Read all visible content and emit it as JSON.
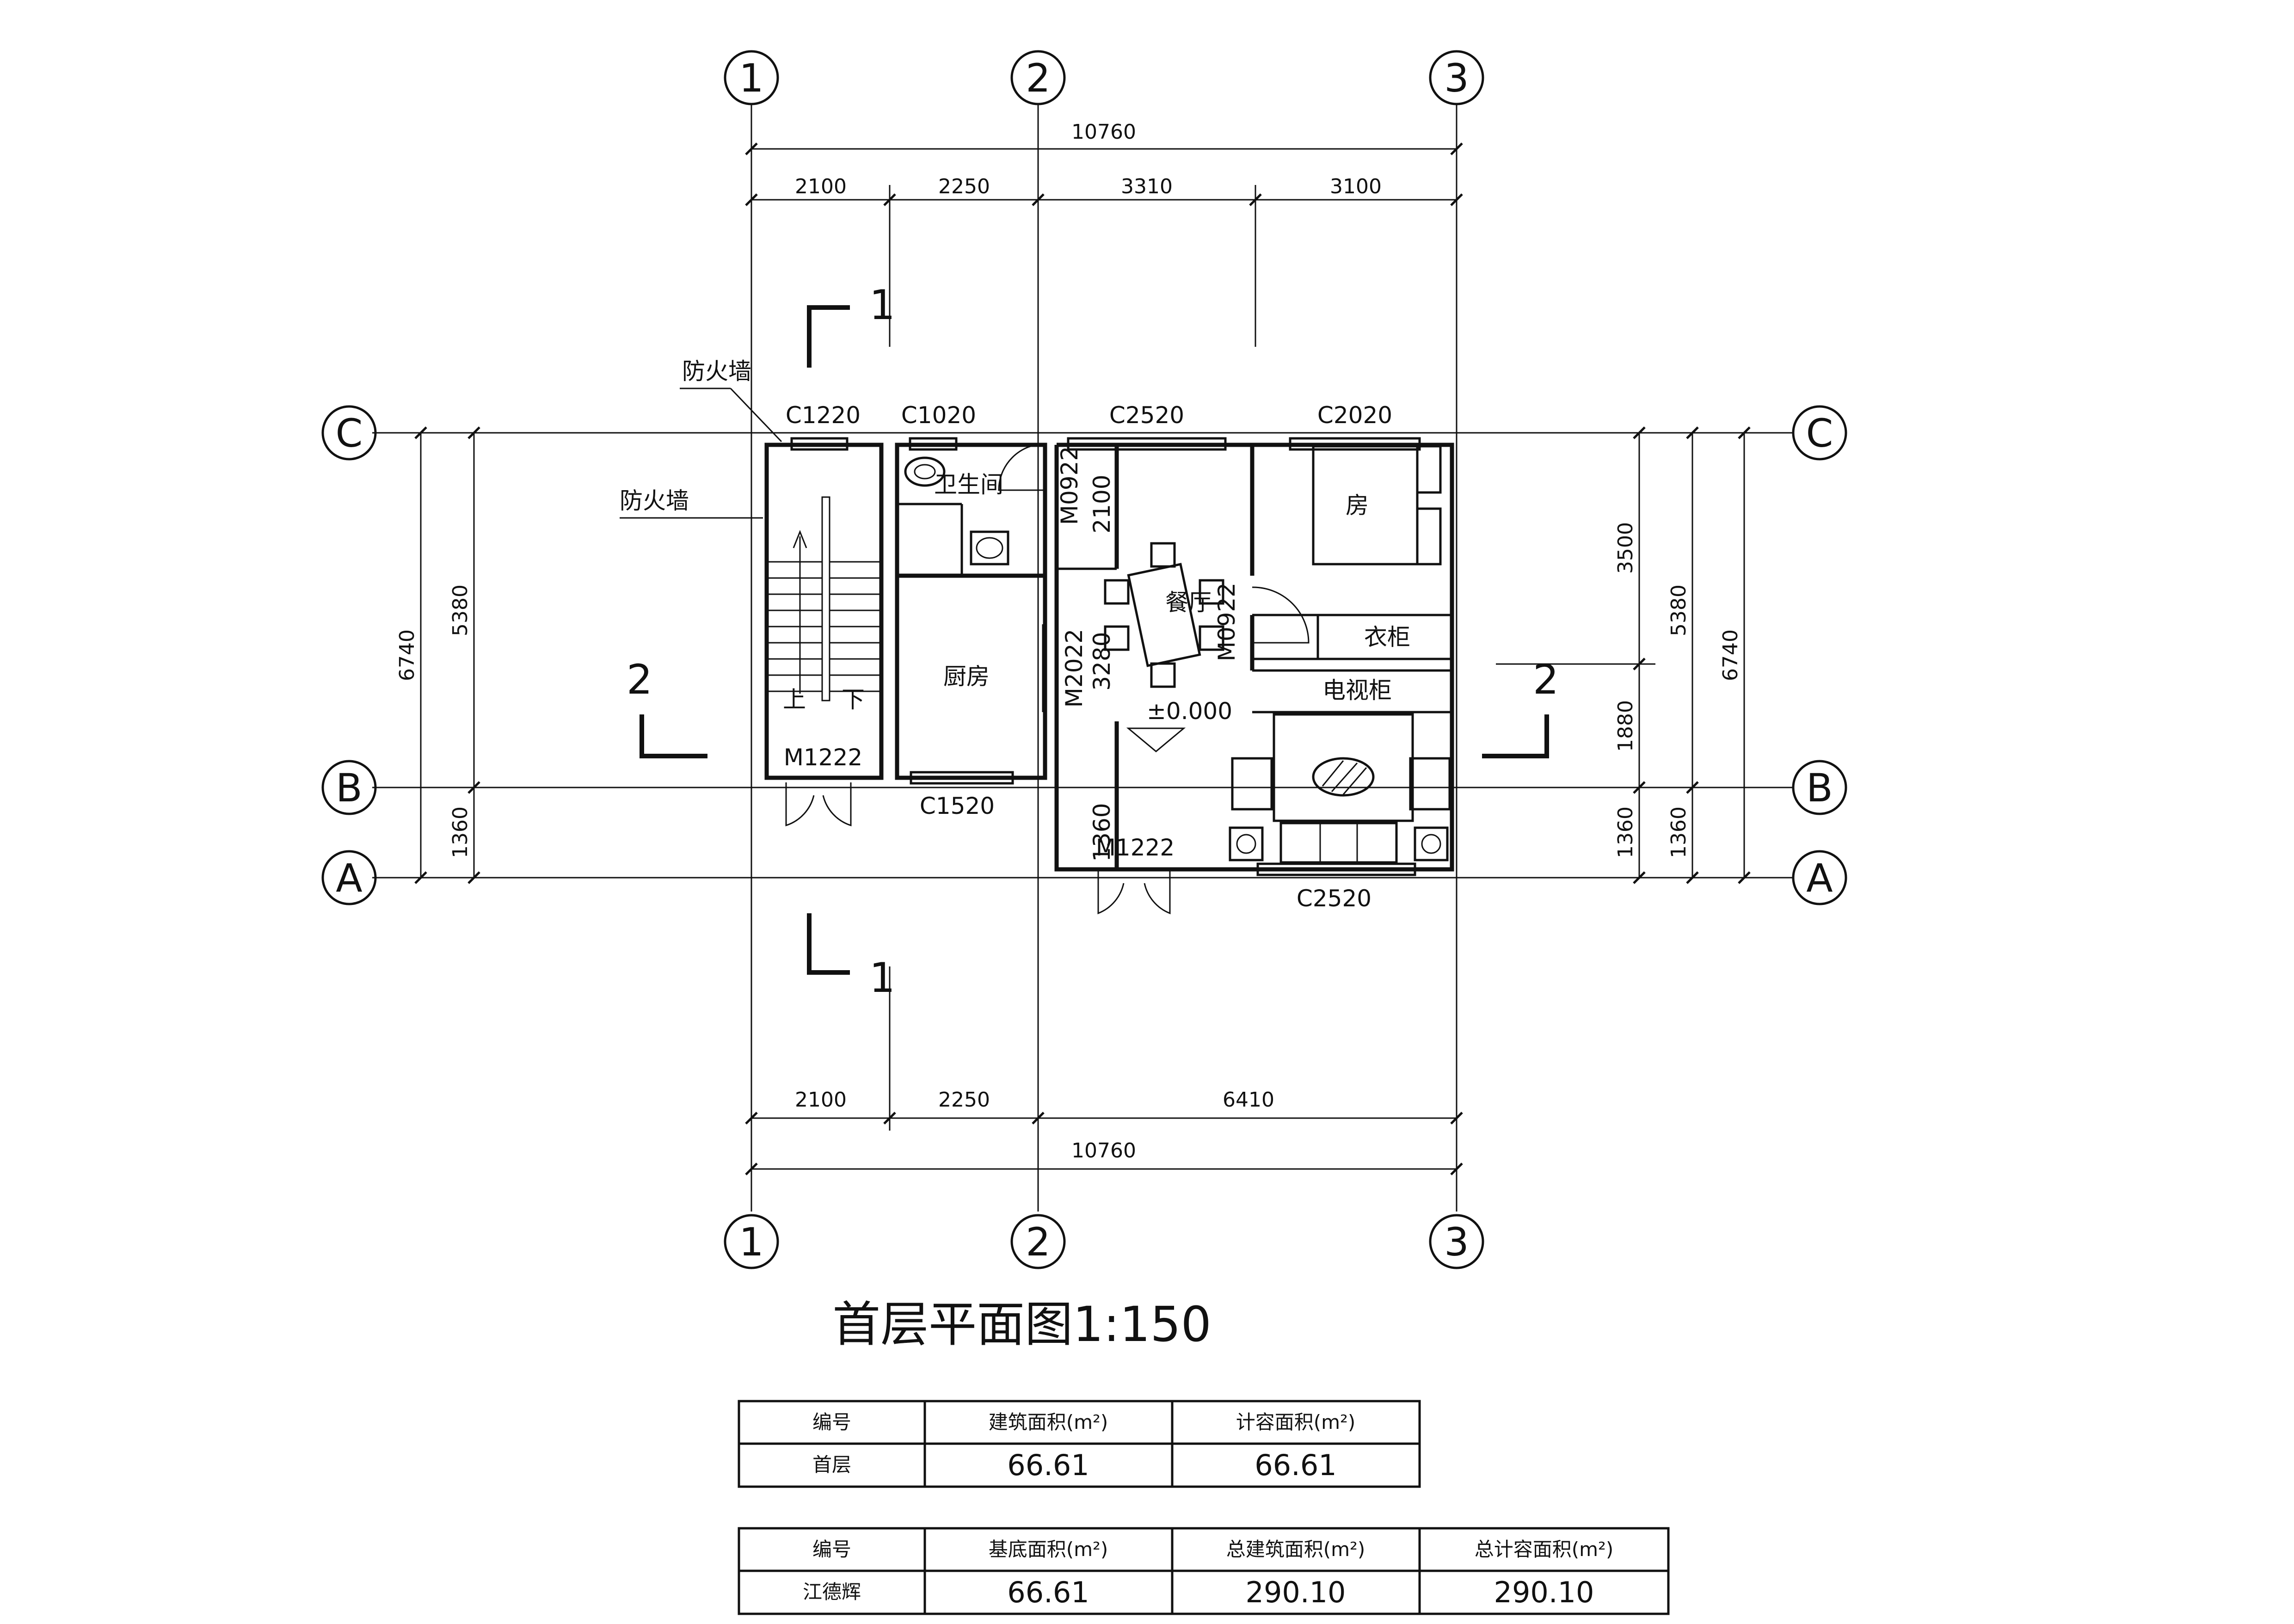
{
  "title": "首层平面图1:150",
  "axes": {
    "vertical": [
      "1",
      "2",
      "3"
    ],
    "horizontal": [
      "C",
      "B",
      "A"
    ]
  },
  "dimensions": {
    "top_total": "10760",
    "top_segments": [
      "2100",
      "2250",
      "3310",
      "3100"
    ],
    "bottom_segments": [
      "2100",
      "2250",
      "6410"
    ],
    "bottom_total": "10760",
    "left_outer": "6740",
    "left_inner": "5380",
    "left_ab": "1360",
    "right_segments": [
      "3500",
      "1880",
      "1360"
    ],
    "right_inner": "5380",
    "right_ab": "1360",
    "right_outer": "6740",
    "interior_2100": "2100",
    "interior_3280": "3280",
    "interior_1360": "1360"
  },
  "windows": {
    "c1": "C1220",
    "c2": "C1020",
    "c3": "C2520",
    "c4": "C2020",
    "c5": "C1520",
    "c6": "C2520"
  },
  "doors": {
    "d1": "M1222",
    "d2": "M1222",
    "d3": "M0922",
    "d4": "M0922",
    "d5": "M2022"
  },
  "rooms": {
    "bathroom": "卫生间",
    "kitchen": "厨房",
    "dining": "餐厅",
    "bedroom": "房",
    "wardrobe": "衣柜",
    "tv_cabinet": "电视柜",
    "stair_up": "上",
    "stair_down": "下"
  },
  "notes": {
    "firewall_1": "防火墙",
    "firewall_2": "防火墙",
    "elevation": "±0.000"
  },
  "sections": {
    "s1_top": "1",
    "s1_bottom": "1",
    "s2_left": "2",
    "s2_right": "2"
  },
  "table1": {
    "headers": [
      "编号",
      "建筑面积(m²)",
      "计容面积(m²)"
    ],
    "row": [
      "首层",
      "66.61",
      "66.61"
    ]
  },
  "table2": {
    "headers": [
      "编号",
      "基底面积(m²)",
      "总建筑面积(m²)",
      "总计容面积(m²)"
    ],
    "row": [
      "江德辉",
      "66.61",
      "290.10",
      "290.10"
    ]
  }
}
